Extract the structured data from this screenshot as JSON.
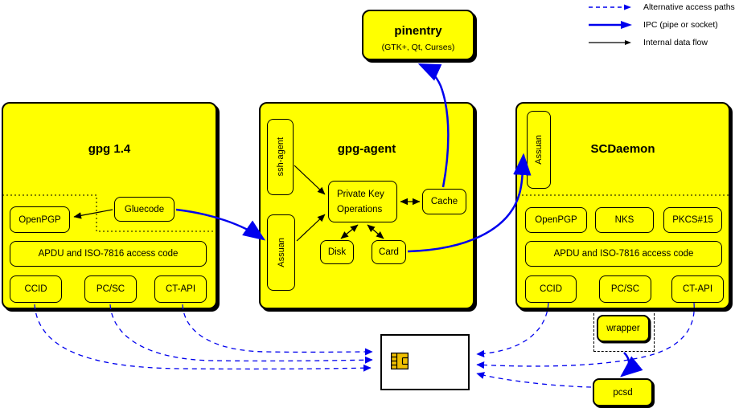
{
  "legend": {
    "items": [
      {
        "icon": "dashed-blue-arrow-icon",
        "label": "Alternative access paths"
      },
      {
        "icon": "thick-blue-arrow-icon",
        "label": "IPC (pipe or socket)"
      },
      {
        "icon": "black-arrow-icon",
        "label": "Internal data flow"
      }
    ]
  },
  "pinentry": {
    "title": "pinentry",
    "subtitle": "(GTK+, Qt, Curses)"
  },
  "gpg14": {
    "title": "gpg 1.4",
    "openpgp": "OpenPGP",
    "gluecode": "Gluecode",
    "apdu": "APDU and ISO-7816 access code",
    "ccid": "CCID",
    "pcsc": "PC/SC",
    "ctapi": "CT-API"
  },
  "gpgagent": {
    "title": "gpg-agent",
    "ssh_agent": "ssh-agent",
    "assuan": "Assuan",
    "pko_line1": "Private Key",
    "pko_line2": "Operations",
    "cache": "Cache",
    "disk": "Disk",
    "card": "Card"
  },
  "scdaemon": {
    "title": "SCDaemon",
    "assuan": "Assuan",
    "openpgp": "OpenPGP",
    "nks": "NKS",
    "pkcs15": "PKCS#15",
    "apdu": "APDU and ISO-7816 access code",
    "ccid": "CCID",
    "pcsc": "PC/SC",
    "ctapi": "CT-API"
  },
  "external": {
    "wrapper": "wrapper",
    "pcsd": "pcsd"
  },
  "colors": {
    "box_fill": "#ffff00",
    "border": "#000000",
    "ipc_blue": "#0000ee",
    "chip_gold": "#f0c000",
    "background": "#ffffff"
  }
}
